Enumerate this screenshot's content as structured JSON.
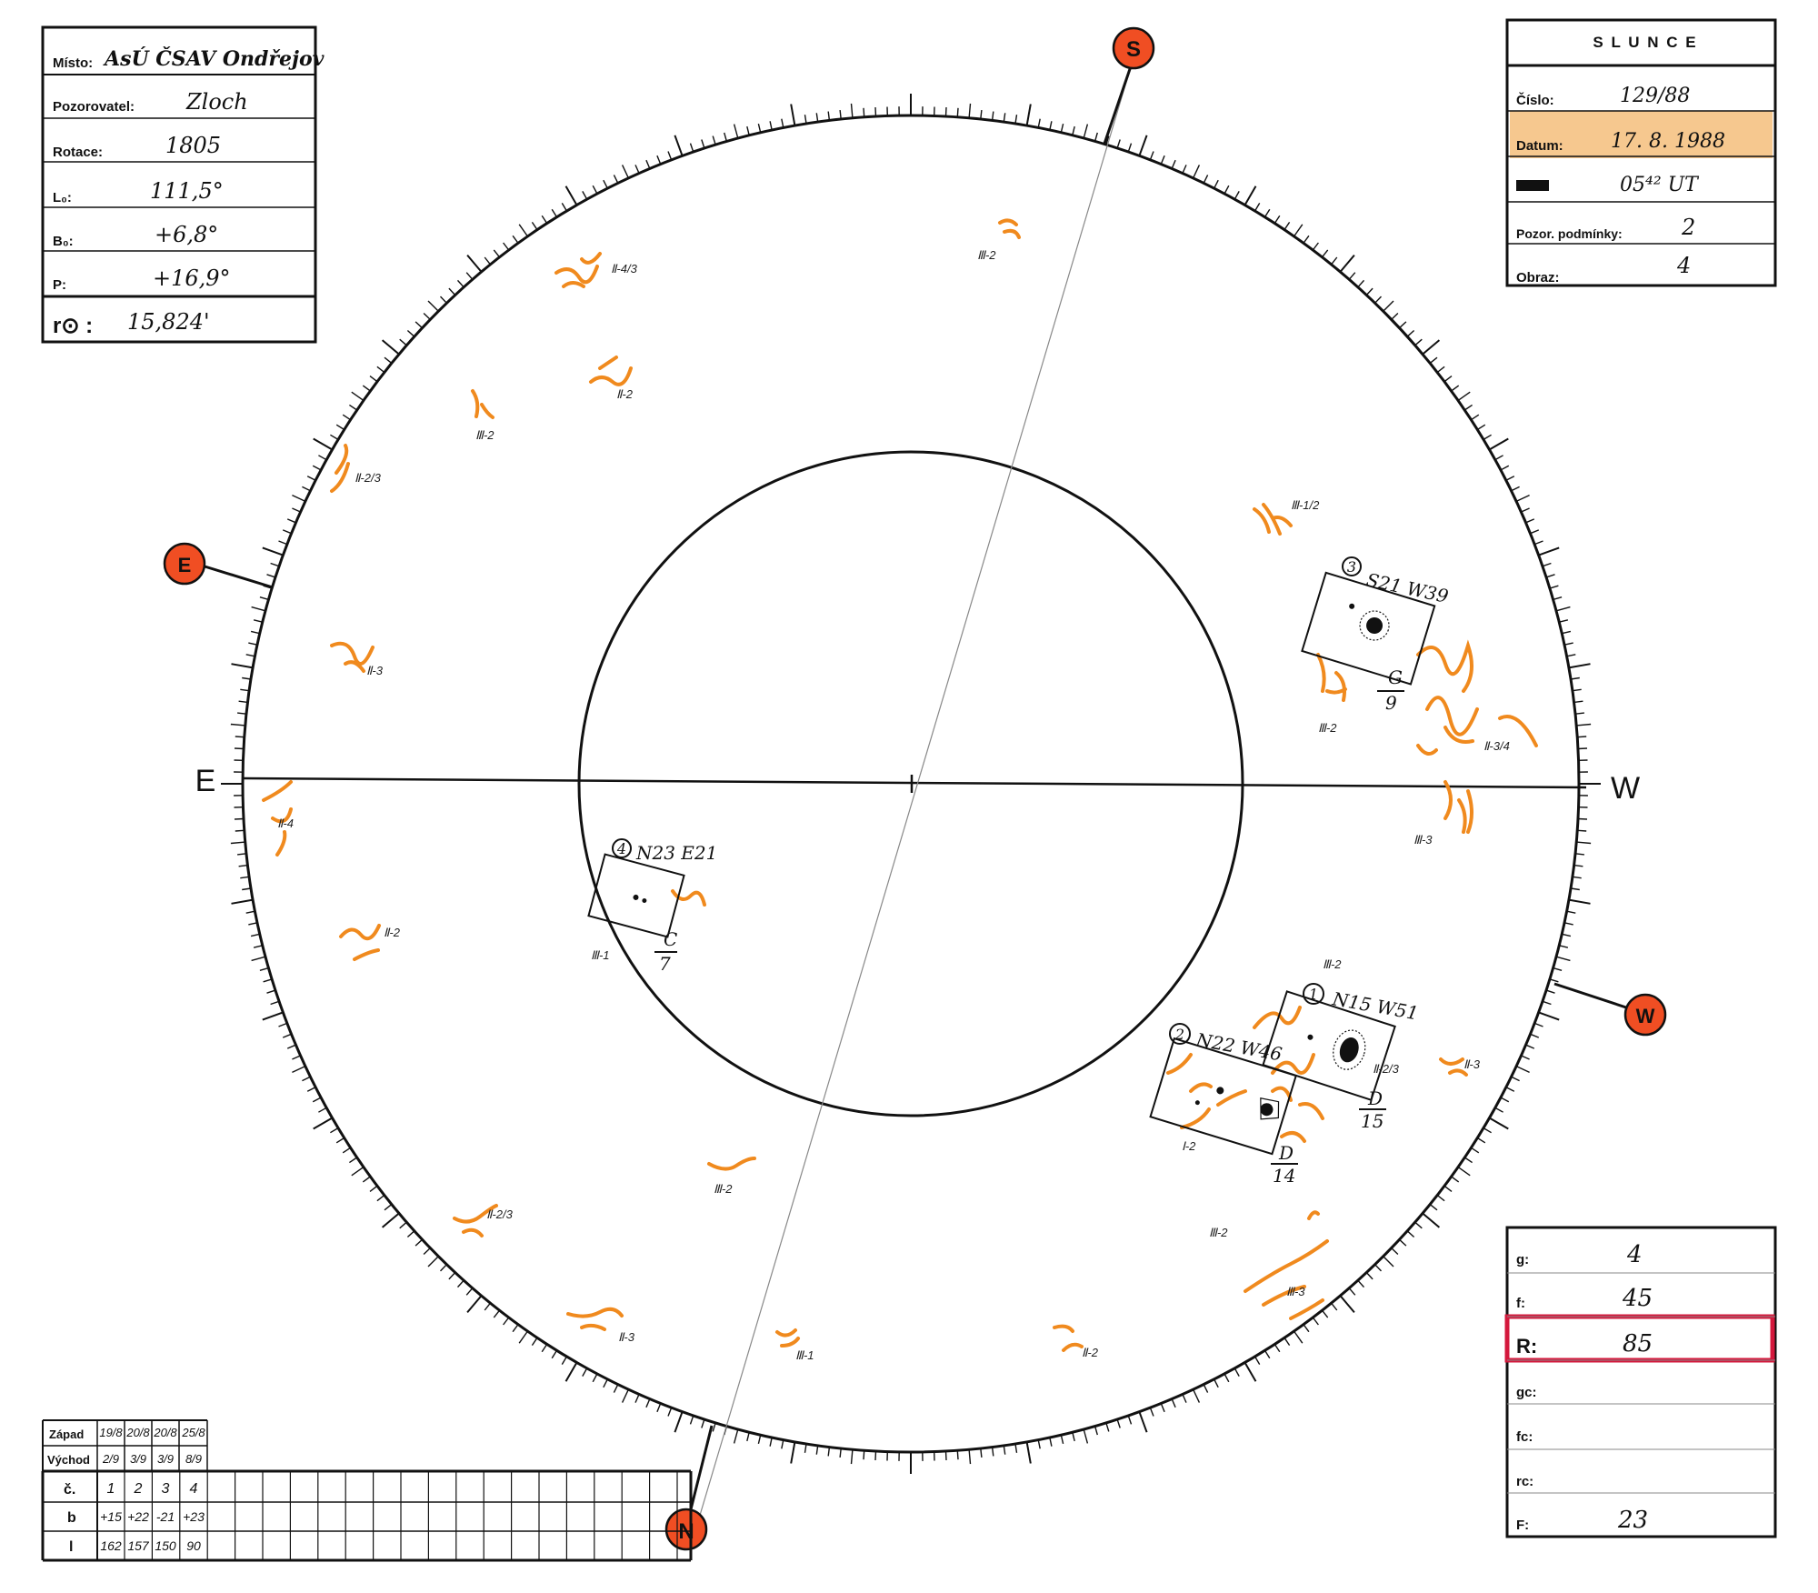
{
  "header_left": {
    "rows": [
      {
        "label": "Místo:",
        "value": "AsÚ ČSAV Ondřejov"
      },
      {
        "label": "Pozorovatel:",
        "value": "Zloch"
      },
      {
        "label": "Rotace:",
        "value": "1805"
      },
      {
        "label": "L₀:",
        "value": "111,5°"
      },
      {
        "label": "B₀:",
        "value": "+6,8°"
      },
      {
        "label": "P:",
        "value": "+16,9°"
      }
    ],
    "r_label": "r⊙ :",
    "r_value": "15,824'"
  },
  "header_right": {
    "title": "S L U N C E",
    "rows": [
      {
        "label": "Číslo:",
        "value": "129/88"
      },
      {
        "label": "Datum:",
        "value": "17. 8. 1988"
      },
      {
        "label": "",
        "value": "05⁴² UT"
      },
      {
        "label": "Pozor. podmínky:",
        "value": "2"
      },
      {
        "label": "Obraz:",
        "value": "4"
      }
    ]
  },
  "compass": {
    "S": "S",
    "N": "N",
    "E": "E",
    "W": "W",
    "marker_color": "#f04e23",
    "line_E": "E",
    "line_W": "W"
  },
  "groups": [
    {
      "num": "1",
      "coords": "N15 W51",
      "cls_top": "D",
      "cls_bottom": "15"
    },
    {
      "num": "2",
      "coords": "N22 W46",
      "cls_top": "D",
      "cls_bottom": "14"
    },
    {
      "num": "3",
      "coords": "S21 W39",
      "cls_top": "G",
      "cls_bottom": "9"
    },
    {
      "num": "4",
      "coords": "N23 E21",
      "cls_top": "C",
      "cls_bottom": "7"
    }
  ],
  "faculae_labels": [
    "Ⅱ-4/3",
    "Ⅲ-2",
    "Ⅱ-2",
    "Ⅲ-2",
    "Ⅱ-2/3",
    "Ⅱ-3",
    "Ⅱ-4",
    "Ⅱ-2",
    "Ⅱ-2/3",
    "Ⅱ-3",
    "Ⅲ-1",
    "Ⅲ-2",
    "Ⅱ-2",
    "Ⅲ-1",
    "Ⅲ-1/2",
    "Ⅲ-2",
    "Ⅱ-3/4",
    "Ⅲ-3",
    "Ⅱ-2/3",
    "Ⅱ-3",
    "Ⅰ-2",
    "Ⅲ-2",
    "Ⅲ-3",
    "Ⅲ-2"
  ],
  "bottom_table": {
    "rows": [
      {
        "label": "Západ",
        "cells": [
          "19/8",
          "20/8",
          "20/8",
          "25/8"
        ]
      },
      {
        "label": "Východ",
        "cells": [
          "2/9",
          "3/9",
          "3/9",
          "8/9"
        ]
      },
      {
        "label": "č.",
        "cells": [
          "1",
          "2",
          "3",
          "4"
        ]
      },
      {
        "label": "b",
        "cells": [
          "+15",
          "+22",
          "-21",
          "+23"
        ]
      },
      {
        "label": "l",
        "cells": [
          "162",
          "157",
          "150",
          "90"
        ]
      }
    ]
  },
  "stats": {
    "rows": [
      {
        "label": "g:",
        "value": "4"
      },
      {
        "label": "f:",
        "value": "45"
      },
      {
        "label": "R:",
        "value": "85"
      },
      {
        "label": "gc:",
        "value": ""
      },
      {
        "label": "fc:",
        "value": ""
      },
      {
        "label": "rc:",
        "value": ""
      },
      {
        "label": "F:",
        "value": "23"
      }
    ]
  },
  "colors": {
    "ink": "#111111",
    "facula": "#f08a1e",
    "datum_highlight": "#f3b56a",
    "r_highlight": "#d4183c"
  }
}
